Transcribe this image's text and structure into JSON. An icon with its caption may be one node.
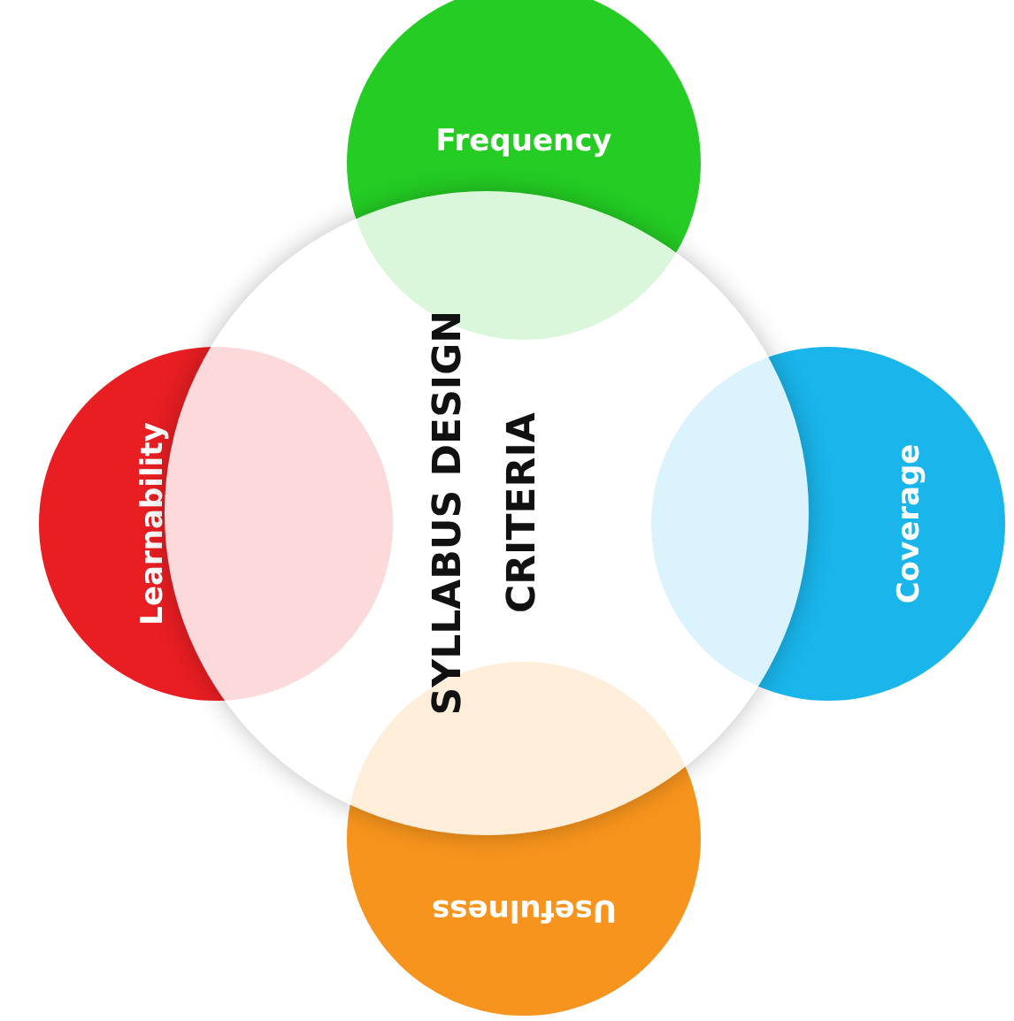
{
  "diagram": {
    "nodes": [
      {
        "text": [
          "Frequency"
        ]
      },
      {
        "text": [
          "Learnability"
        ]
      },
      {
        "text": [
          "SYLLABUS DESIGN CRITERIA"
        ]
      },
      {
        "text": [
          "Coverage"
        ]
      },
      {
        "text": [
          "Usefulness"
        ]
      }
    ]
  }
}
